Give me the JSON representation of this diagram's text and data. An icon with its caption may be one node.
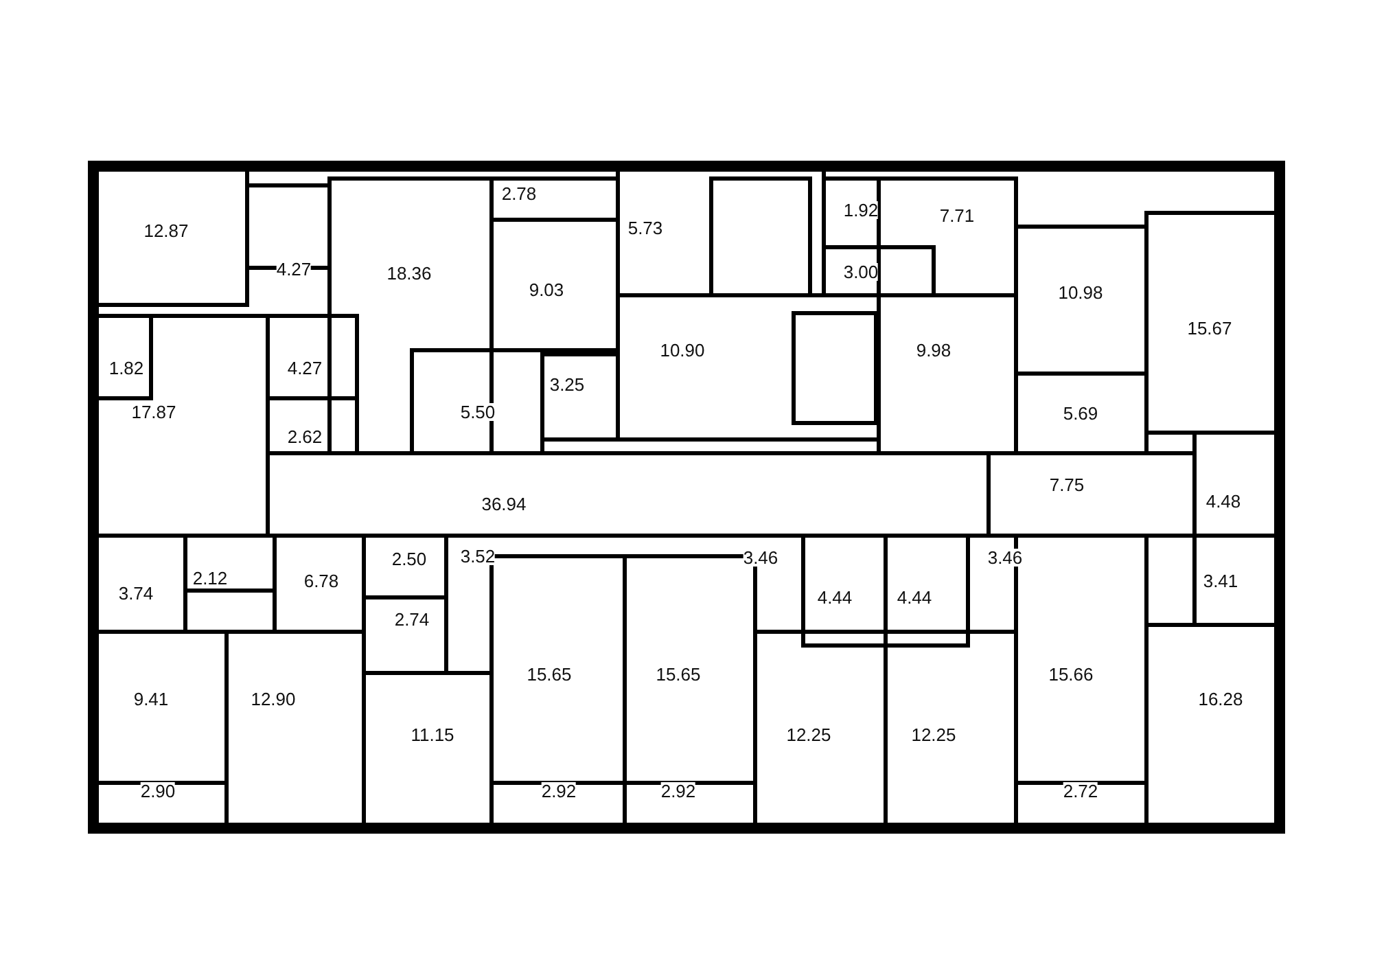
{
  "diagram": {
    "labels": [
      "12.87",
      "4.27",
      "18.36",
      "2.78",
      "5.73",
      "1.92",
      "7.71",
      "9.03",
      "3.00",
      "10.98",
      "15.67",
      "1.82",
      "4.27",
      "10.90",
      "9.98",
      "3.25",
      "17.87",
      "5.50",
      "5.69",
      "2.62",
      "36.94",
      "7.75",
      "4.48",
      "6.78",
      "3.74",
      "2.12",
      "2.50",
      "3.52",
      "3.46",
      "4.44",
      "4.44",
      "3.46",
      "3.41",
      "2.74",
      "9.41",
      "12.90",
      "11.15",
      "15.65",
      "15.65",
      "12.25",
      "12.25",
      "15.66",
      "16.28",
      "2.90",
      "2.92",
      "2.92",
      "2.72"
    ]
  }
}
